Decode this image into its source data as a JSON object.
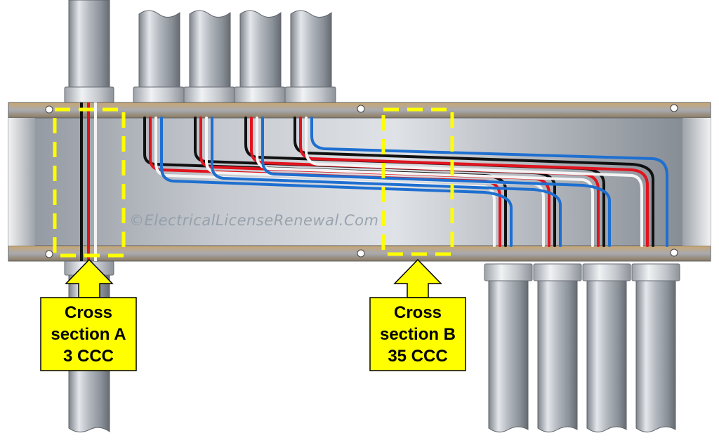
{
  "watermark": "©ElectricalLicenseRenewal.Com",
  "callouts": [
    {
      "line1": "Cross",
      "line2": "section A",
      "line3": "3 CCC"
    },
    {
      "line1": "Cross",
      "line2": "section B",
      "line3": "35 CCC"
    }
  ],
  "colors": {
    "highlight": "#ffff00",
    "wire_black": "#111111",
    "wire_red": "#e0141e",
    "wire_white": "#f4f4f4",
    "wire_blue": "#1e6fd0",
    "conduit": "#b8bcc4",
    "enclosure": "#9aa0a8"
  }
}
